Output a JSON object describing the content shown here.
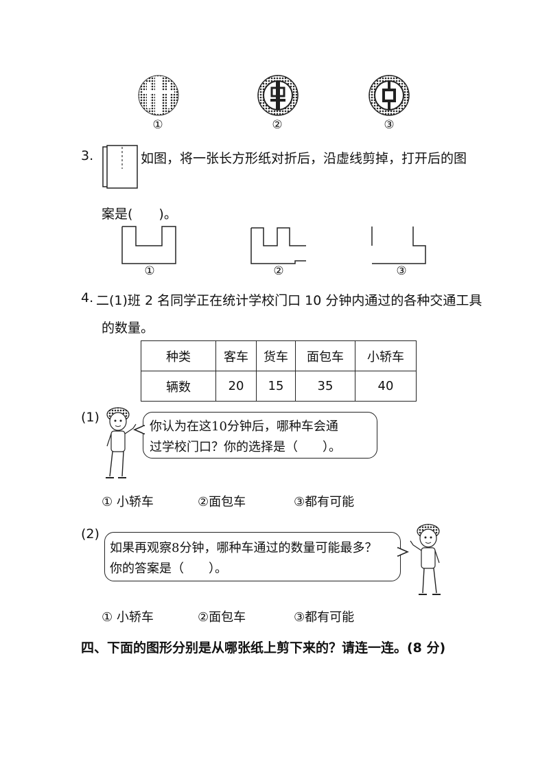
{
  "coins": {
    "labels": [
      "①",
      "②",
      "③"
    ]
  },
  "q3": {
    "number": "3.",
    "text_line1": "如图，将一张长方形纸对折后，沿虚线剪掉，打开后的图",
    "text_line2": "案是(　　)。",
    "options": [
      "①",
      "②",
      "③"
    ]
  },
  "q4": {
    "number": "4.",
    "text_line1": "二(1)班 2 名同学正在统计学校门口 10 分钟内通过的各种交通工具",
    "text_line2": "的数量。",
    "table": {
      "headers": [
        "种类",
        "客车",
        "货车",
        "面包车",
        "小轿车"
      ],
      "row_label": "辆数",
      "values": [
        "20",
        "15",
        "35",
        "40"
      ]
    },
    "sub1": {
      "label": "(1)",
      "bubble_line1": "你认为在这10分钟后，哪种车会通",
      "bubble_line2": "过学校门口？你的选择是（　　）。",
      "choices": [
        "① 小轿车",
        "②面包车",
        "③都有可能"
      ]
    },
    "sub2": {
      "label": "(2)",
      "bubble_line1": "如果再观察8分钟，哪种车通过的数量可能最多？",
      "bubble_line2": "你的答案是（　　）。",
      "choices": [
        "① 小轿车",
        "②面包车",
        "③都有可能"
      ]
    }
  },
  "section4": {
    "title": "四、下面的图形分别是从哪张纸上剪下来的？请连一连。(8 分)"
  }
}
